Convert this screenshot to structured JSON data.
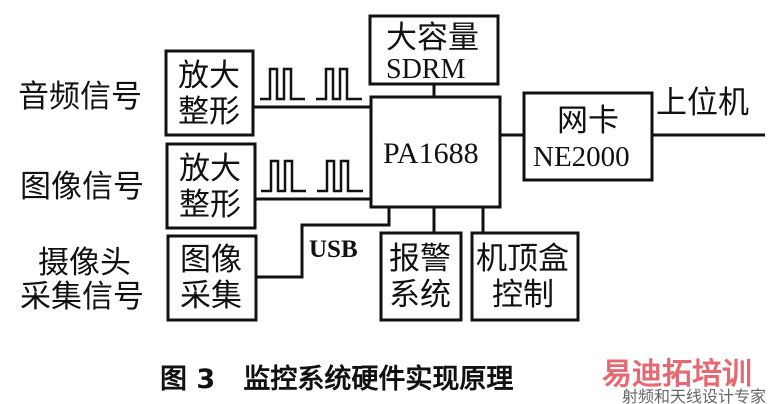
{
  "inputs": {
    "audio": "音频信号",
    "image": "图像信号",
    "camera_line1": "摄像头",
    "camera_line2": "采集信号"
  },
  "blocks": {
    "amp1": [
      "放大",
      "整形"
    ],
    "amp2": [
      "放大",
      "整形"
    ],
    "capture": [
      "图像",
      "采集"
    ],
    "sdram": [
      "大容量",
      "SDRM"
    ],
    "cpu": "PA1688",
    "nic": [
      "网卡",
      "NE2000"
    ],
    "alarm": [
      "报警",
      "系统"
    ],
    "stb": [
      "机顶盒",
      "控制"
    ]
  },
  "labels": {
    "usb": "USB",
    "host": "上位机"
  },
  "caption": "图 3   监控系统硬件实现原理",
  "watermark": {
    "brand": "易迪拓培训",
    "sub": "射频和天线设计专家",
    "colors": {
      "red": "#e0505a",
      "blue": "#4a7fc0"
    }
  }
}
